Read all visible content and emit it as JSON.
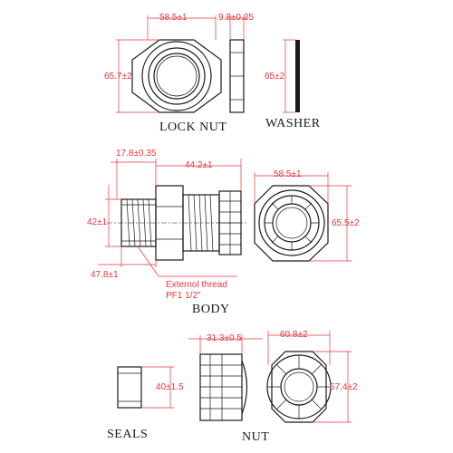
{
  "lock_nut": {
    "title": "LOCK NUT",
    "width_dim": "58.5±1",
    "thickness_dim": "9.8±0.25",
    "height_dim": "65.7±2"
  },
  "washer": {
    "title": "WASHER",
    "height_dim": "65±2"
  },
  "body": {
    "title": "BODY",
    "top_left_dim": "17.8±0.35",
    "top_right_dim": "44.2±1",
    "left_dim": "42±1",
    "bottom_dim": "47.8±1",
    "thread_note_line1": "Externol thread",
    "thread_note_line2": "PF1 1/2\"",
    "end_width_dim": "58.5±1",
    "end_height_dim": "65.5±2"
  },
  "seals": {
    "title": "SEALS",
    "height_dim": "40±1.5"
  },
  "nut": {
    "title": "NUT",
    "width_dim": "31.3±0.5",
    "end_width_dim": "60.8±2",
    "end_height_dim": "67.4±2"
  }
}
